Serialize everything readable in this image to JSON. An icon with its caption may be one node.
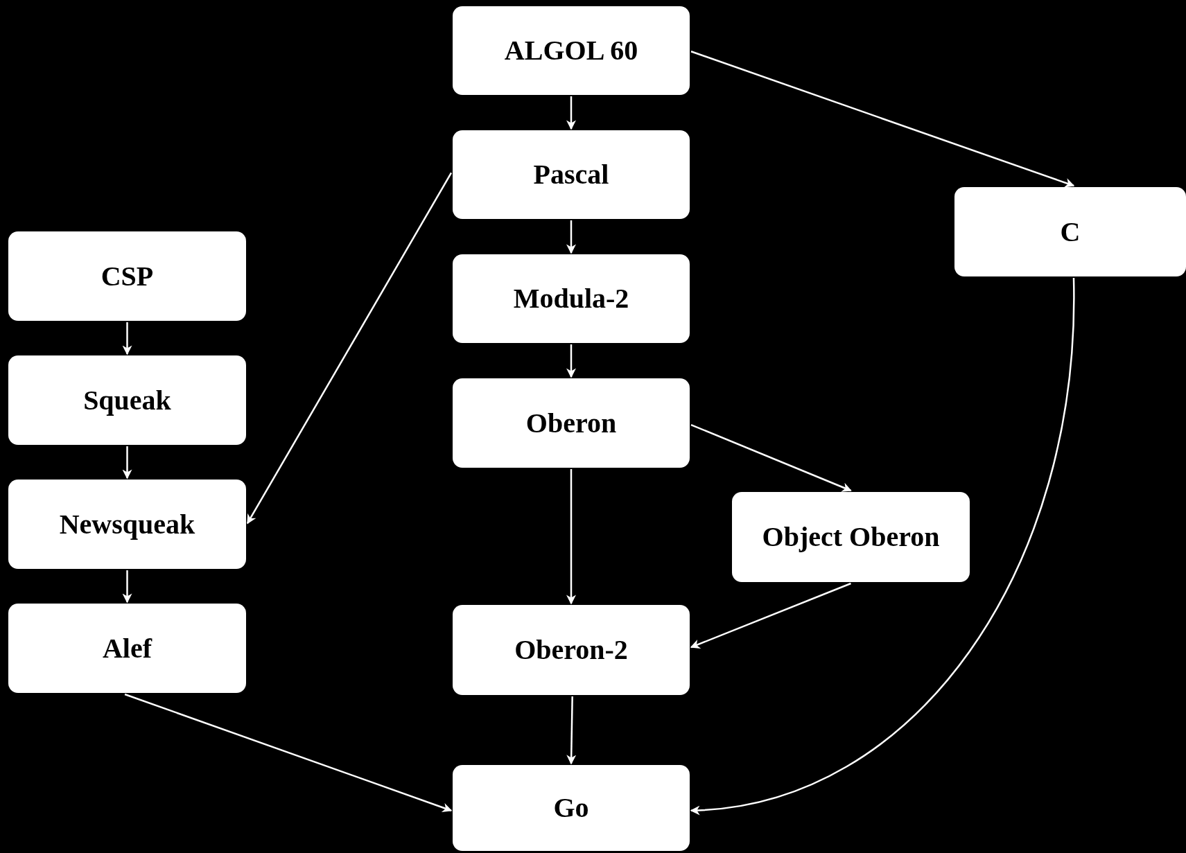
{
  "diagram": {
    "nodes": [
      {
        "text": [
          "ALGOL 60"
        ]
      },
      {
        "text": [
          "Pascal"
        ]
      },
      {
        "text": [
          "C"
        ]
      },
      {
        "text": [
          "CSP"
        ]
      },
      {
        "text": [
          "Modula-2"
        ]
      },
      {
        "text": [
          "Squeak"
        ]
      },
      {
        "text": [
          "Oberon"
        ]
      },
      {
        "text": [
          "Newsqueak"
        ]
      },
      {
        "text": [
          "Object Oberon"
        ]
      },
      {
        "text": [
          "Alef"
        ]
      },
      {
        "text": [
          "Oberon-2"
        ]
      },
      {
        "text": [
          "Go"
        ]
      }
    ],
    "edges": [
      {
        "from": 0,
        "to": 1,
        "arrow": "to"
      },
      {
        "from": 0,
        "to": 2,
        "arrow": "to"
      },
      {
        "from": 1,
        "to": 4,
        "arrow": "to"
      },
      {
        "from": 1,
        "to": 7,
        "arrow": "to"
      },
      {
        "from": 3,
        "to": 5,
        "arrow": "to"
      },
      {
        "from": 5,
        "to": 7,
        "arrow": "to"
      },
      {
        "from": 7,
        "to": 9,
        "arrow": "to"
      },
      {
        "from": 4,
        "to": 6,
        "arrow": "to"
      },
      {
        "from": 6,
        "to": 10,
        "arrow": "to"
      },
      {
        "from": 6,
        "to": 8,
        "arrow": "to"
      },
      {
        "from": 8,
        "to": 10,
        "arrow": "to"
      },
      {
        "from": 10,
        "to": 11,
        "arrow": "to"
      },
      {
        "from": 9,
        "to": 11,
        "arrow": "to"
      },
      {
        "from": 2,
        "to": 11,
        "arrow": "to"
      }
    ]
  }
}
